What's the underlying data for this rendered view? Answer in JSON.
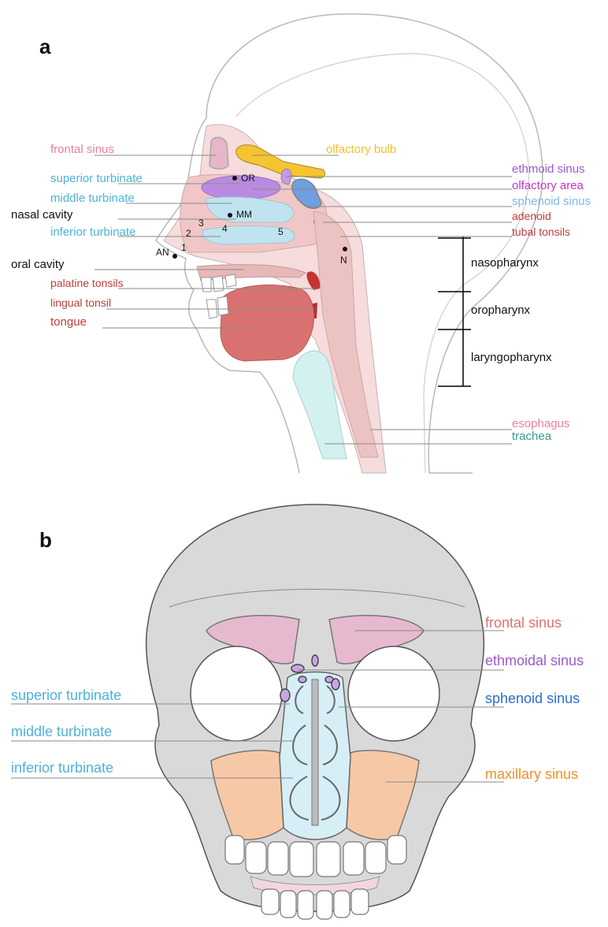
{
  "panel_a": {
    "letter": "a",
    "labels": {
      "frontal_sinus": "frontal sinus",
      "olfactory_bulb": "olfactory bulb",
      "superior_turbinate": "superior turbinate",
      "ethmoid_sinus": "ethmoid sinus",
      "olfactory_area": "olfactory area",
      "middle_turbinate": "middle turbinate",
      "sphenoid_sinus": "sphenoid sinus",
      "nasal_cavity": "nasal cavity",
      "adenoid": "adenoid",
      "inferior_turbinate": "inferior turbinate",
      "tubal_tonsils": "tubal tonsils",
      "oral_cavity": "oral cavity",
      "nasopharynx": "nasopharynx",
      "palatine_tonsils": "palatine tonsils",
      "lingual_tonsil": "lingual tonsil",
      "oropharynx": "oropharynx",
      "tongue": "tongue",
      "laryngopharynx": "laryngopharynx",
      "esophagus": "esophagus",
      "trachea": "trachea"
    },
    "points": {
      "or": "OR",
      "mm": "MM",
      "an": "AN",
      "n": "N",
      "p1": "1",
      "p2": "2",
      "p3": "3",
      "p4": "4",
      "p5": "5"
    }
  },
  "panel_b": {
    "letter": "b",
    "labels": {
      "frontal_sinus": "frontal sinus",
      "ethmoidal_sinus": "ethmoidal sinus",
      "superior_turbinate": "superior turbinate",
      "sphenoid_sinus": "sphenoid sinus",
      "middle_turbinate": "middle turbinate",
      "inferior_turbinate": "inferior turbinate",
      "maxillary_sinus": "maxillary sinus"
    }
  },
  "colors": {
    "pink_label": "#e8829a",
    "turbinate_blue": "#4db3d9",
    "red_label": "#c43b3b",
    "purple_label": "#9b59d0",
    "magenta_label": "#cc33cc",
    "light_blue_label": "#7fb9e6",
    "sphenoid_b_blue": "#2a6fc9",
    "olfactory_yellow": "#f2c12e",
    "orange_label": "#f0902a",
    "trachea_teal": "#3a9a8a",
    "black": "#111111"
  }
}
